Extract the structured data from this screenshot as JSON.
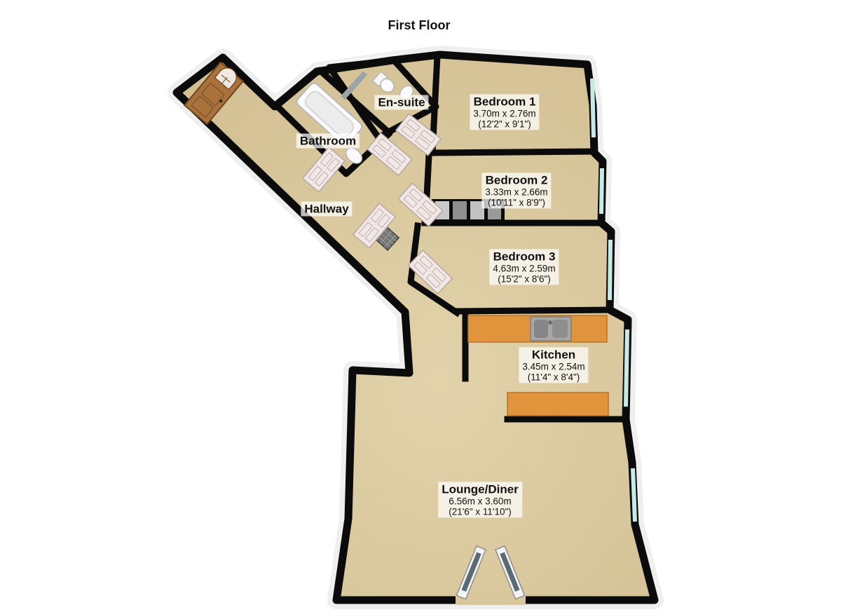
{
  "title": "First Floor",
  "floorplan": {
    "rooms": [
      {
        "id": "bedroom1",
        "name": "Bedroom 1",
        "metric": "3.70m x 2.76m",
        "imperial": "(12'2\" x 9'1\")"
      },
      {
        "id": "bedroom2",
        "name": "Bedroom 2",
        "metric": "3.33m x 2.66m",
        "imperial": "(10'11\" x 8'9\")"
      },
      {
        "id": "bedroom3",
        "name": "Bedroom 3",
        "metric": "4.63m x 2.59m",
        "imperial": "(15'2\" x 8'6\")"
      },
      {
        "id": "kitchen",
        "name": "Kitchen",
        "metric": "3.45m x 2.54m",
        "imperial": "(11'4\" x 8'4\")"
      },
      {
        "id": "lounge",
        "name": "Lounge/Diner",
        "metric": "6.56m x 3.60m",
        "imperial": "(21'6\" x 11'10\")"
      },
      {
        "id": "bathroom",
        "name": "Bathroom"
      },
      {
        "id": "ensuite",
        "name": "En-suite"
      },
      {
        "id": "hallway",
        "name": "Hallway"
      }
    ],
    "fixtures": [
      "entrance-door",
      "bathtub",
      "bathroom-sink",
      "ensuite-toilet",
      "ensuite-sink",
      "kitchen-counter-top",
      "kitchen-counter-bottom",
      "kitchen-sink",
      "bedroom2-wardrobe",
      "french-doors",
      "windows",
      "interior-doors",
      "stairs-grille"
    ],
    "colors": {
      "wall": "#0b0b0b",
      "carpet": "#d9c69b",
      "tile": "#f0f0f0",
      "bath_floor": "#e9e9e9",
      "counter": "#e2943c",
      "window_glass": "#c6ebe7",
      "door_wood": "#a9713c",
      "inner_wall": "#f3f3f3"
    }
  }
}
